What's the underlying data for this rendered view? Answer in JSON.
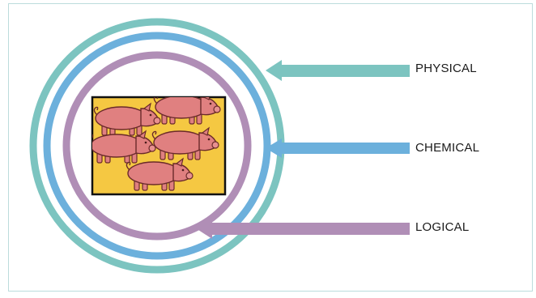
{
  "diagram": {
    "labels": {
      "physical": "PHYSICAL",
      "chemical": "CHEMICAL",
      "logical": "LOGICAL"
    },
    "colors": {
      "physical": "#7cc4c0",
      "chemical": "#6cb0dc",
      "logical": "#b08eb6",
      "pig_fill": "#e08080",
      "pig_stroke": "#6a2a2a",
      "box_fill": "#f5c842",
      "frame_border": "#bcdcdc"
    },
    "center_image": {
      "icon": "pigs-icon",
      "pig_count": 5
    }
  }
}
